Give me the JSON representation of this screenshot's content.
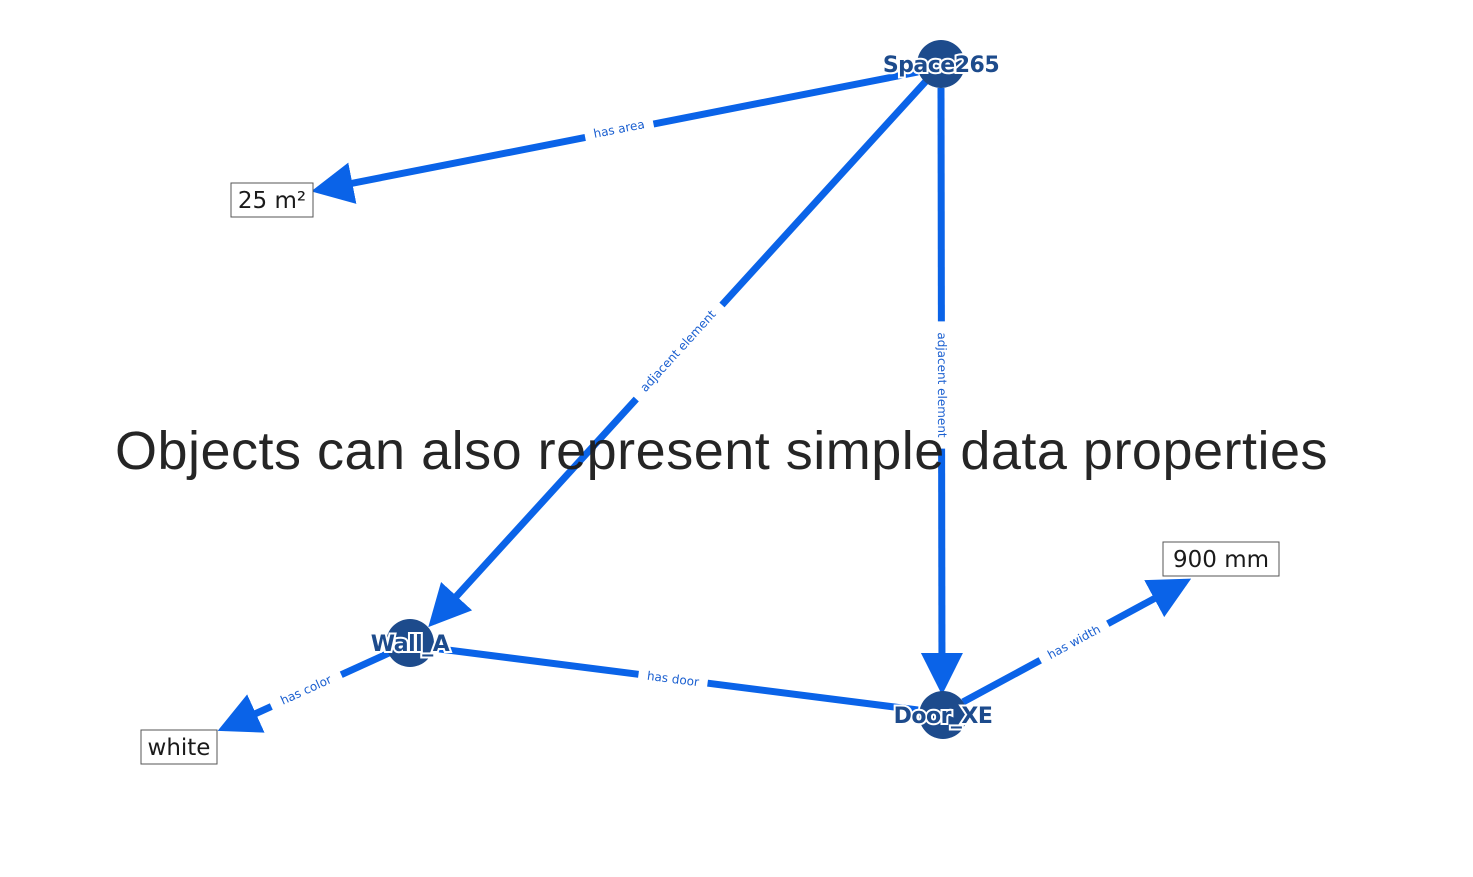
{
  "caption": "Objects can also represent simple data properties",
  "colors": {
    "edge": "#0a63e8",
    "node": "#1d4b8c",
    "edge_label": "#1a5fd0",
    "caption": "#1e1e1e"
  },
  "nodes": [
    {
      "id": "space",
      "label": "Space265",
      "kind": "object"
    },
    {
      "id": "wall",
      "label": "Wall_A",
      "kind": "object"
    },
    {
      "id": "door",
      "label": "Door_XE",
      "kind": "object"
    },
    {
      "id": "area",
      "label": "25 m²",
      "kind": "literal"
    },
    {
      "id": "width",
      "label": "900 mm",
      "kind": "literal"
    },
    {
      "id": "color",
      "label": "white",
      "kind": "literal"
    }
  ],
  "edges": [
    {
      "from": "space",
      "to": "area",
      "label": "has area",
      "directed": true
    },
    {
      "from": "space",
      "to": "wall",
      "label": "adjacent element",
      "directed": true
    },
    {
      "from": "space",
      "to": "door",
      "label": "adjacent element",
      "directed": true
    },
    {
      "from": "wall",
      "to": "door",
      "label": "has door",
      "directed": false
    },
    {
      "from": "door",
      "to": "width",
      "label": "has width",
      "directed": true
    },
    {
      "from": "wall",
      "to": "color",
      "label": "has color",
      "directed": true
    }
  ]
}
